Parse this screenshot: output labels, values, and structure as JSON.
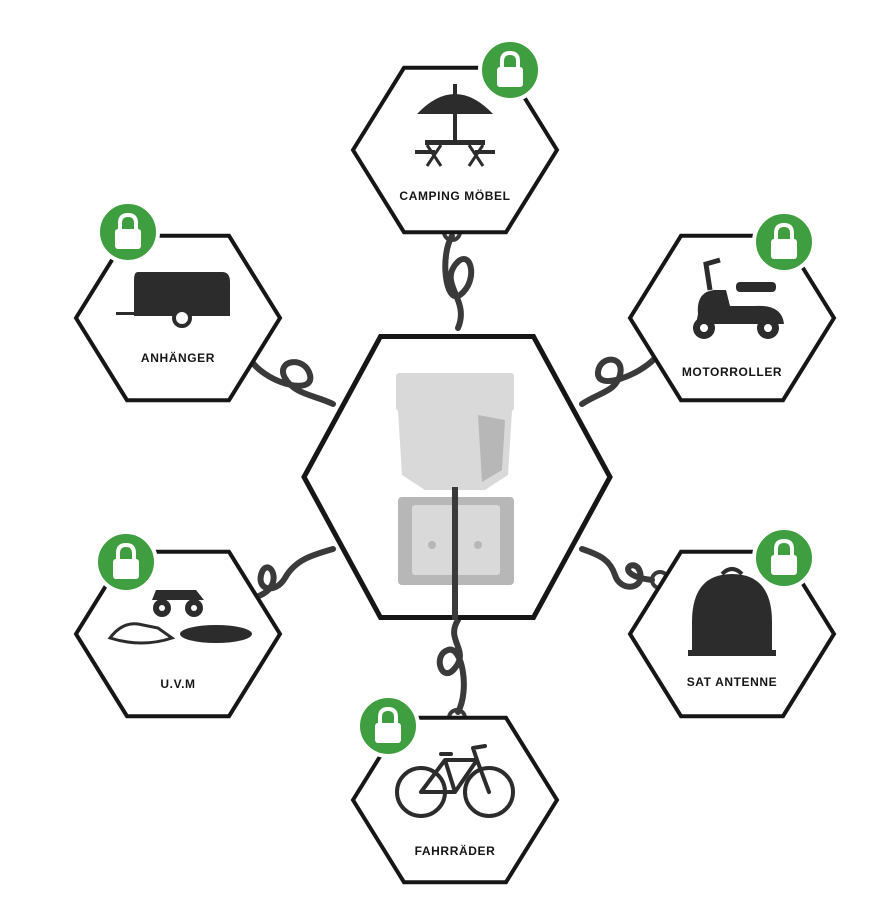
{
  "colors": {
    "outline": "#161616",
    "icon": "#2c2c2c",
    "lock_badge": "#3f9e3f",
    "lock_glyph": "#ffffff",
    "cable": "#3a3a3a",
    "device_body": "#d9d9d9",
    "device_shade": "#b7b7b7",
    "background": "#ffffff"
  },
  "center": {
    "device": "wall-mounted lock box",
    "icon": "lock-box-icon"
  },
  "nodes": [
    {
      "id": "camping",
      "label": "CAMPING MÖBEL",
      "icon": "picnic-table-icon",
      "locked": true
    },
    {
      "id": "trailer",
      "label": "ANHÄNGER",
      "icon": "trailer-icon",
      "locked": true
    },
    {
      "id": "scooter",
      "label": "MOTORROLLER",
      "icon": "scooter-icon",
      "locked": true
    },
    {
      "id": "uvm",
      "label": "U.V.M",
      "icon": "quad-jetski-board-icon",
      "locked": true
    },
    {
      "id": "sat",
      "label": "SAT ANTENNE",
      "icon": "satellite-dome-icon",
      "locked": true
    },
    {
      "id": "bikes",
      "label": "FAHRRÄDER",
      "icon": "bicycle-icon",
      "locked": true
    }
  ]
}
